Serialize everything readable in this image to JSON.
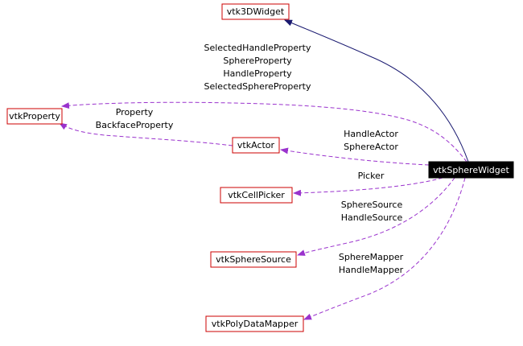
{
  "colors": {
    "node_border": "#cc0000",
    "focus_fill": "#000000",
    "focus_text": "#ffffff",
    "composition_edge": "#9a32cd",
    "inheritance_edge": "#191970"
  },
  "nodes": {
    "vtk3DWidget": "vtk3DWidget",
    "vtkProperty": "vtkProperty",
    "vtkActor": "vtkActor",
    "vtkSphereWidget": "vtkSphereWidget",
    "vtkCellPicker": "vtkCellPicker",
    "vtkSphereSource": "vtkSphereSource",
    "vtkPolyDataMapper": "vtkPolyDataMapper"
  },
  "edges": {
    "widget_to_property": [
      "SelectedHandleProperty",
      "SphereProperty",
      "HandleProperty",
      "SelectedSphereProperty"
    ],
    "actor_to_property": [
      "Property",
      "BackfaceProperty"
    ],
    "widget_to_actor": [
      "HandleActor",
      "SphereActor"
    ],
    "widget_to_picker": [
      "Picker"
    ],
    "widget_to_source": [
      "SphereSource",
      "HandleSource"
    ],
    "widget_to_mapper": [
      "SphereMapper",
      "HandleMapper"
    ]
  }
}
